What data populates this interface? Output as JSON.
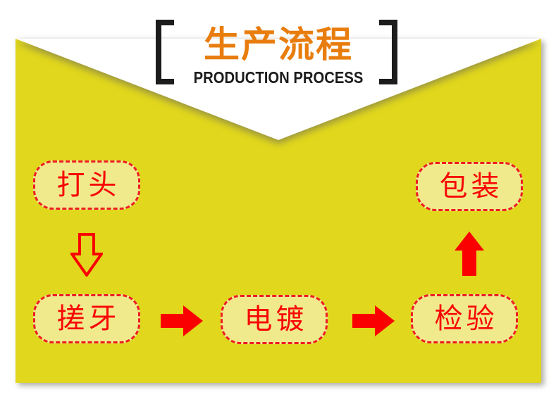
{
  "banner": {
    "title": "生产流程",
    "subtitle": "PRODUCTION PROCESS"
  },
  "colors": {
    "background_yellow": "#e1d71c",
    "node_fill": "#f0ea8c",
    "node_border_red": "#ee1c24",
    "node_text_red": "#f80707",
    "arrow_red": "#fb0000",
    "title_orange": "#e87d0e",
    "bracket_black": "#1c1c1c"
  },
  "flow": {
    "nodes": [
      {
        "id": "datou",
        "label": "打头"
      },
      {
        "id": "cuoya",
        "label": "搓牙"
      },
      {
        "id": "diandu",
        "label": "电镀"
      },
      {
        "id": "jianyan",
        "label": "检验"
      },
      {
        "id": "baozhuang",
        "label": "包装"
      }
    ],
    "arrows": [
      {
        "from": "datou",
        "to": "cuoya",
        "direction": "down",
        "style": "outline"
      },
      {
        "from": "cuoya",
        "to": "diandu",
        "direction": "right",
        "style": "solid"
      },
      {
        "from": "diandu",
        "to": "jianyan",
        "direction": "right",
        "style": "solid"
      },
      {
        "from": "jianyan",
        "to": "baozhuang",
        "direction": "up",
        "style": "solid"
      }
    ]
  }
}
